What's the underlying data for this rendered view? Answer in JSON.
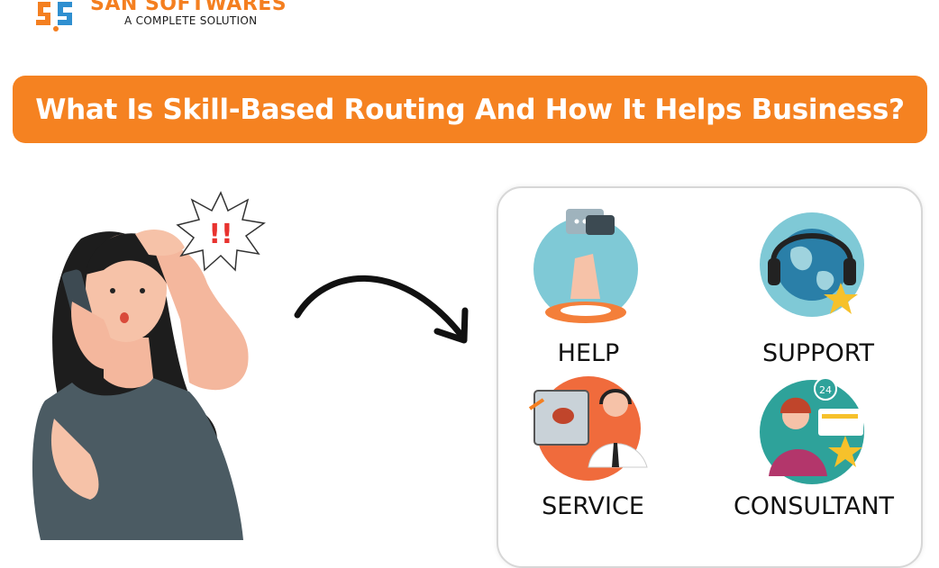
{
  "brand": {
    "name": "SAN SOFTWARES",
    "tagline": "A COMPLETE SOLUTION",
    "accent": "#f58221"
  },
  "banner": {
    "title": "What Is Skill-Based Routing And How It Helps Business?"
  },
  "illustration": {
    "alert": "!!"
  },
  "routing_options": [
    {
      "label": "HELP",
      "icon": "help-lifebuoy-chat-icon"
    },
    {
      "label": "SUPPORT",
      "icon": "support-globe-headset-icon"
    },
    {
      "label": "SERVICE",
      "icon": "service-bug-agent-icon"
    },
    {
      "label": "CONSULTANT",
      "icon": "consultant-24-agent-icon"
    }
  ]
}
